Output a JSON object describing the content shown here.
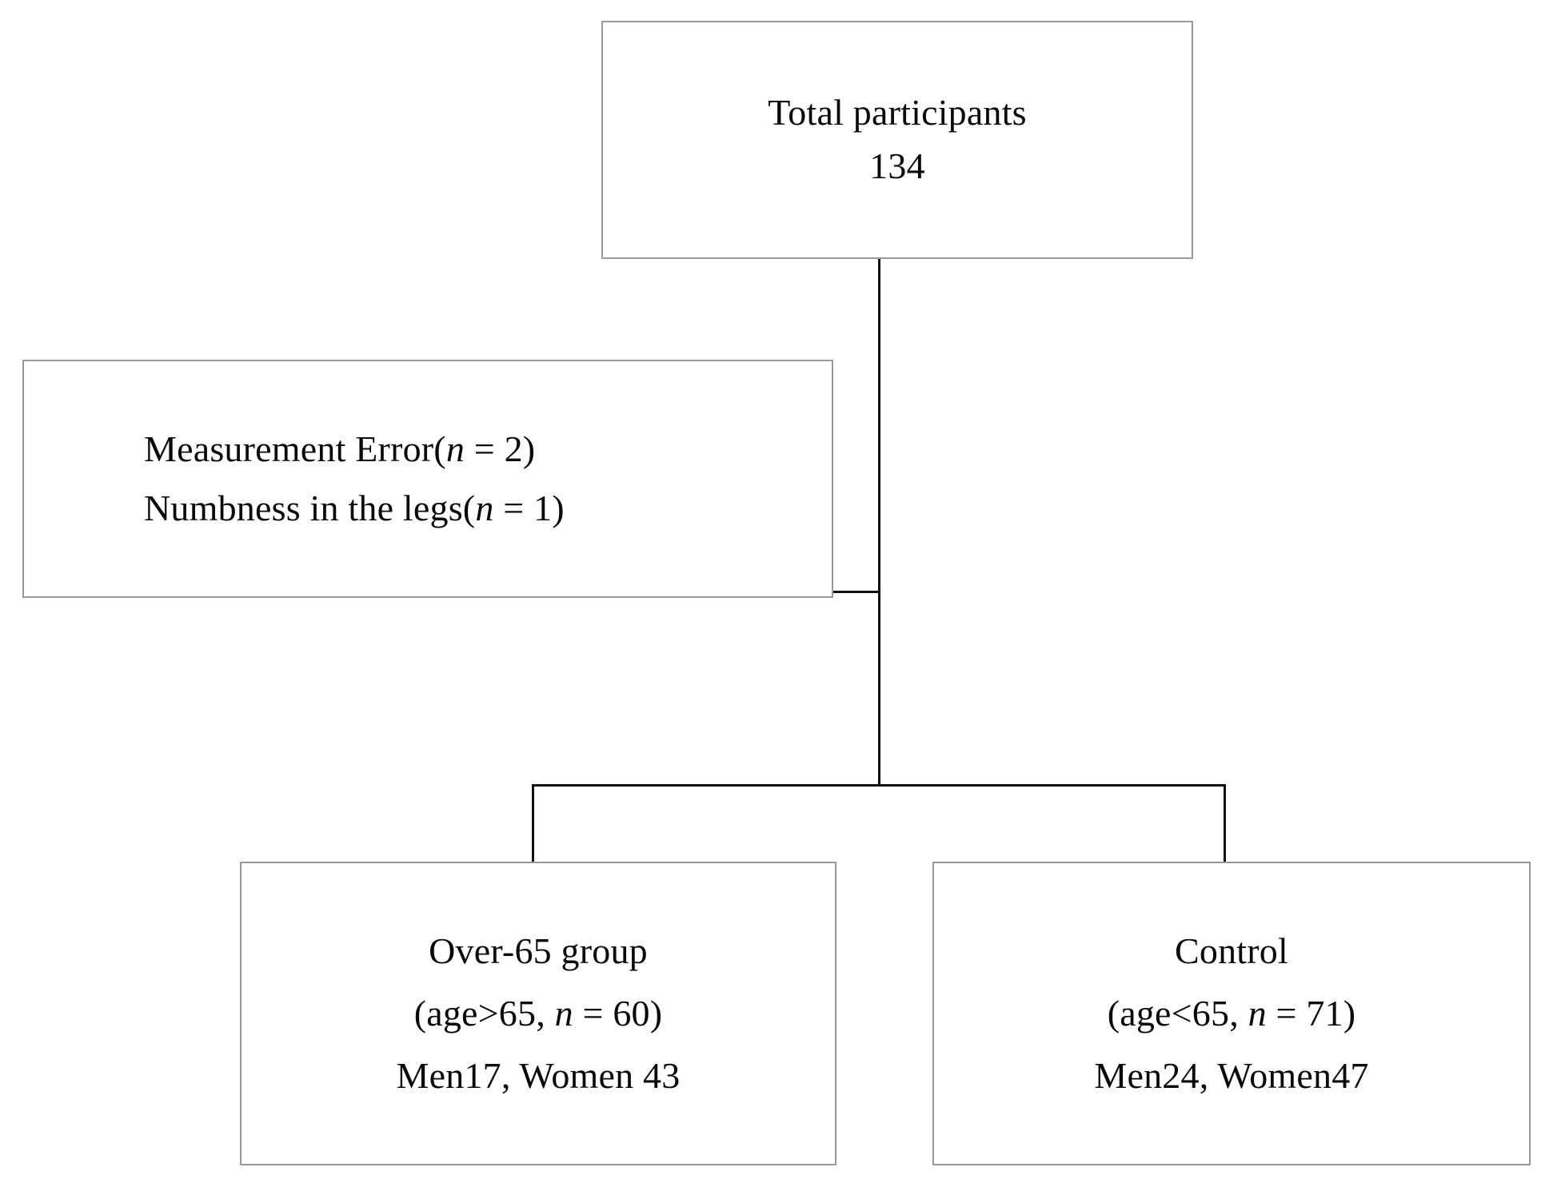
{
  "diagram": {
    "type": "participant-flow-chart",
    "nodes": {
      "total": {
        "line1": "Total participants",
        "line2": "134"
      },
      "excluded": {
        "line1_prefix": "Measurement Error(",
        "line1_var": "n",
        "line1_suffix": " = 2)",
        "line2_prefix": "Numbness in the legs(",
        "line2_var": "n",
        "line2_suffix": " = 1)"
      },
      "over65": {
        "line1": "Over-65 group",
        "line2_prefix": "(age>65, ",
        "line2_var": "n",
        "line2_suffix": " = 60)",
        "line3": "Men17, Women 43"
      },
      "control": {
        "line1": "Control",
        "line2_prefix": "(age<65, ",
        "line2_var": "n",
        "line2_suffix": " = 71)",
        "line3": "Men24, Women47"
      }
    },
    "colors": {
      "box_border": "#9a9a9a",
      "connector": "#111111",
      "text": "#0a0a0a",
      "background": "#ffffff"
    }
  }
}
